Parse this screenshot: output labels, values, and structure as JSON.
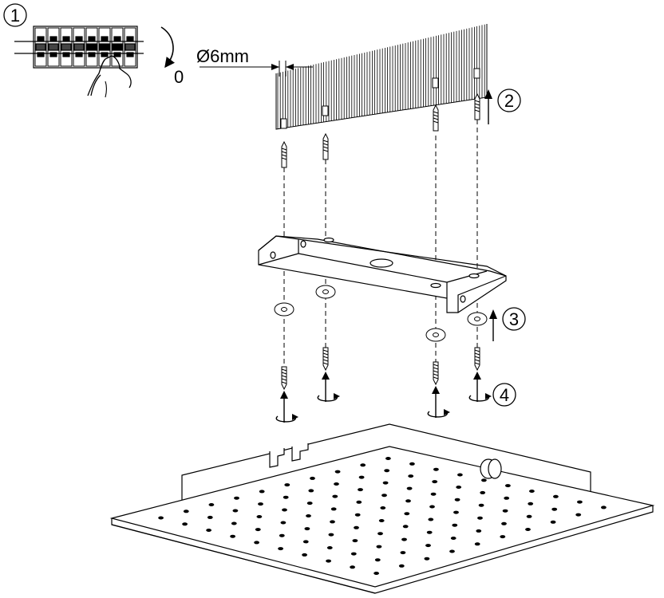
{
  "steps": {
    "s1": "1",
    "s2": "2",
    "s3": "3",
    "s4": "4"
  },
  "switch_position": "0",
  "drill_diameter": "Ø6mm",
  "colors": {
    "line": "#000000",
    "background": "#ffffff"
  }
}
